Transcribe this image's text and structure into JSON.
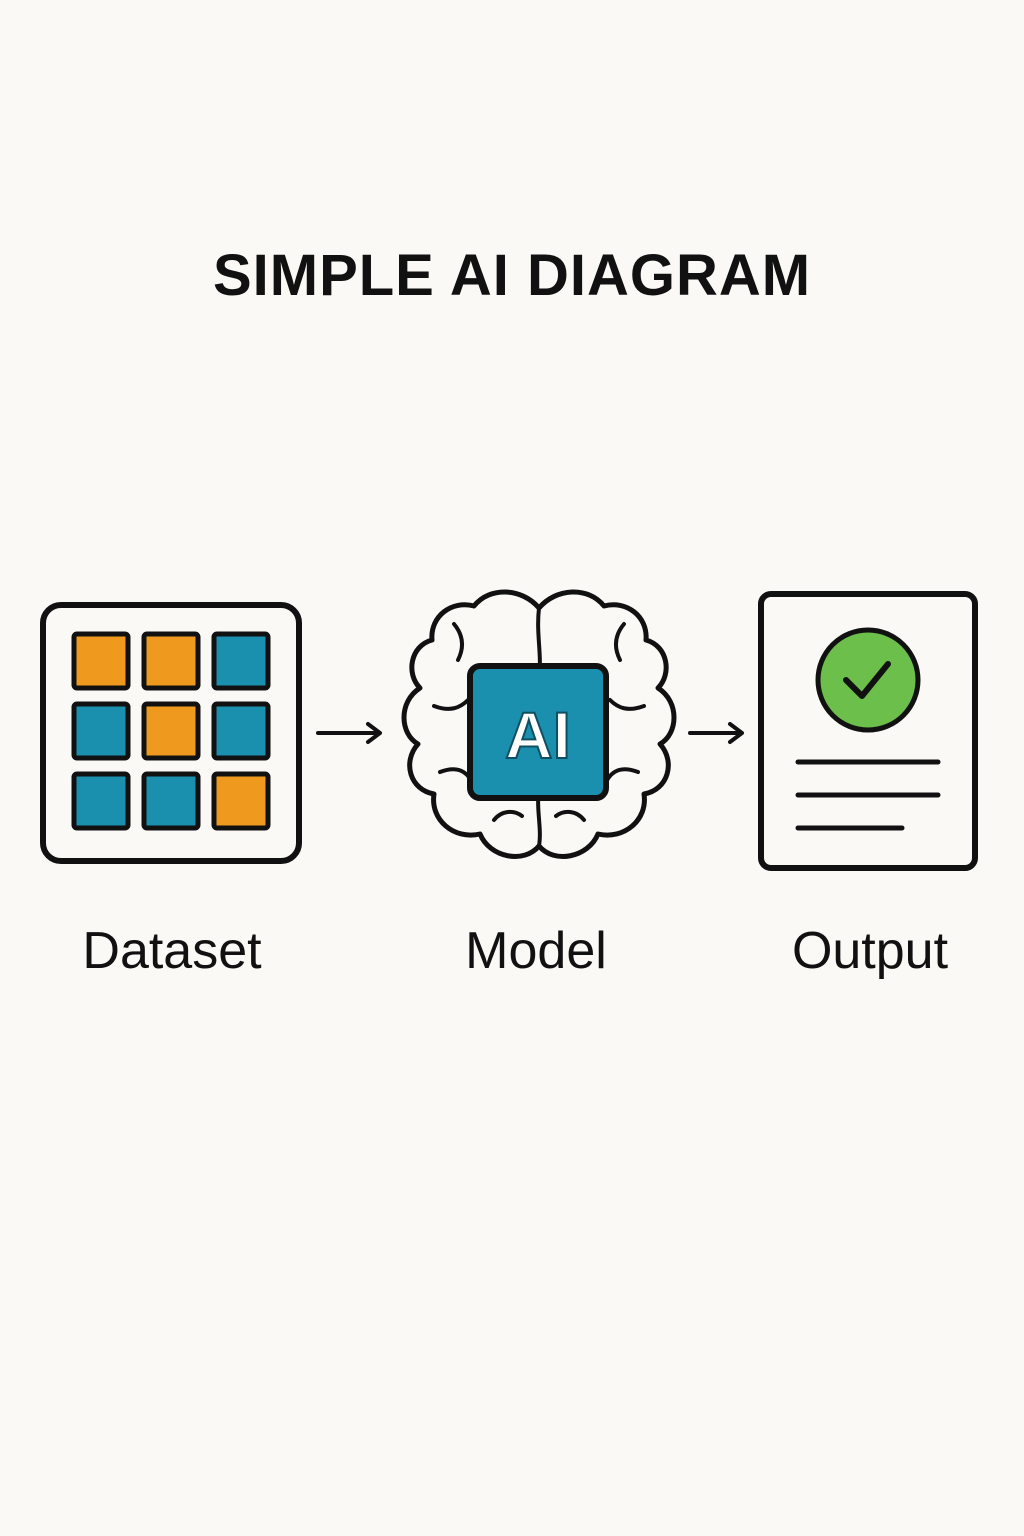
{
  "title": "SIMPLE AI DIAGRAM",
  "colors": {
    "background": "#fbf9f5",
    "stroke": "#111111",
    "orange": "#ef9a1f",
    "teal": "#1a8fae",
    "green": "#6cbf4a"
  },
  "nodes": [
    {
      "id": "dataset",
      "label": "Dataset",
      "icon": "data-grid-icon"
    },
    {
      "id": "model",
      "label": "Model",
      "icon": "brain-chip-icon",
      "chip_text": "AI"
    },
    {
      "id": "output",
      "label": "Output",
      "icon": "document-check-icon"
    }
  ],
  "dataset_grid": [
    [
      "orange",
      "orange",
      "teal"
    ],
    [
      "teal",
      "orange",
      "teal"
    ],
    [
      "teal",
      "teal",
      "orange"
    ]
  ],
  "edges": [
    {
      "from": "dataset",
      "to": "model"
    },
    {
      "from": "model",
      "to": "output"
    }
  ]
}
